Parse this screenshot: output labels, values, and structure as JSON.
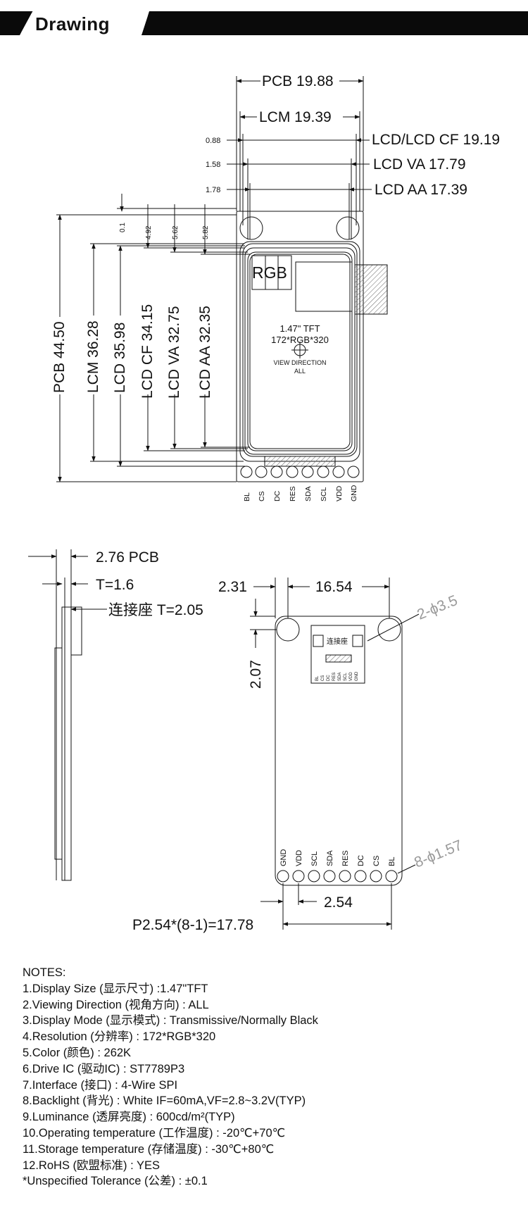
{
  "header": {
    "title": "Drawing"
  },
  "front_view": {
    "widths": {
      "pcb": "PCB 19.88",
      "lcm": "LCM 19.39",
      "lcd_cf": "LCD/LCD CF 19.19",
      "lcd_va": "LCD VA 17.79",
      "lcd_aa": "LCD AA 17.39",
      "off_cf": "0.88",
      "off_va": "1.58",
      "off_aa": "1.78"
    },
    "heights": {
      "pcb": "PCB 44.50",
      "lcm": "LCM 36.28",
      "lcd": "LCD 35.98",
      "lcd_cf": "LCD CF 34.15",
      "lcd_va": "LCD VA 32.75",
      "lcd_aa": "LCD AA 32.35",
      "off_01": "0.1",
      "off_492": "4.92",
      "off_562": "5.62",
      "off_582": "5.82"
    },
    "rgb_label": "RGB",
    "panel_line1": "1.47\" TFT",
    "panel_line2": "172*RGB*320",
    "view_line1": "VIEW DIRECTION",
    "view_line2": "ALL",
    "pins": [
      "BL",
      "CS",
      "DC",
      "RES",
      "SDA",
      "SCL",
      "VDD",
      "GND"
    ]
  },
  "side_view": {
    "pcb": "2.76 PCB",
    "t": "T=1.6",
    "connector": "连接座 T=2.05"
  },
  "back_view": {
    "hole_offset": "2.31",
    "hole_spacing": "16.54",
    "hole_vertical": "2.07",
    "hole_dia": "2-ϕ3.5",
    "pin_dia": "8-ϕ1.57",
    "pitch": "2.54",
    "pitch_total": "P2.54*(8-1)=17.78",
    "connector_label": "连接座",
    "small_pins": [
      "BL",
      "CS",
      "DC",
      "RES",
      "SDA",
      "SCL",
      "VDD",
      "GND"
    ],
    "pins": [
      "GND",
      "VDD",
      "SCL",
      "SDA",
      "RES",
      "DC",
      "CS",
      "BL"
    ]
  },
  "notes": {
    "title": "NOTES:",
    "lines": [
      "1.Display Size (显示尺寸) :1.47\"TFT",
      "2.Viewing Direction (视角方向) : ALL",
      "3.Display Mode (显示模式) : Transmissive/Normally Black",
      "4.Resolution (分辨率) : 172*RGB*320",
      "5.Color (颜色) : 262K",
      "6.Drive IC (驱动IC) : ST7789P3",
      "7.Interface (接口) :  4-Wire SPI",
      "8.Backlight  (背光) : White IF=60mA,VF=2.8~3.2V(TYP)",
      "9.Luminance (透屏亮度) : 600cd/m²(TYP)",
      "10.Operating temperature (工作温度) : -20℃+70℃",
      "11.Storage temperature (存储温度) : -30℃+80℃",
      "12.RoHS (欧盟标准) : YES",
      "*Unspecified Tolerance (公差) : ±0.1"
    ]
  }
}
